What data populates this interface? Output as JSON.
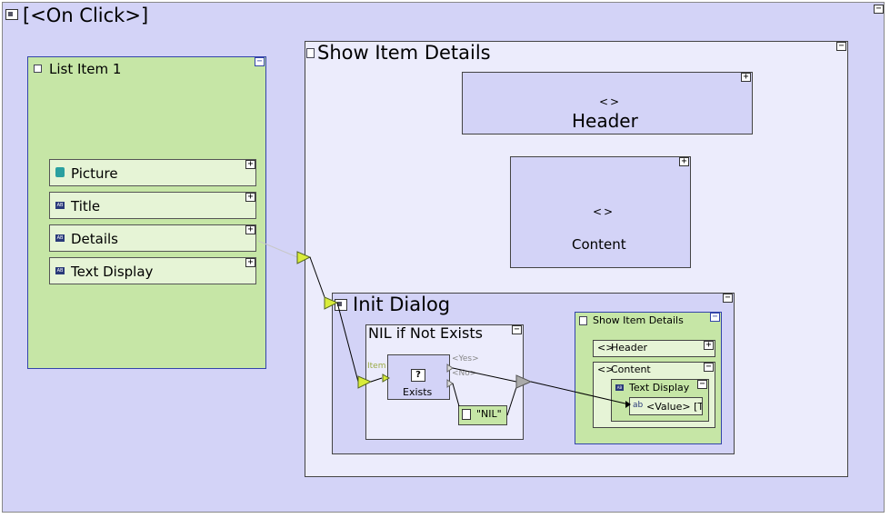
{
  "on_click": {
    "title": "[<On Click>]"
  },
  "list_item": {
    "title": "List Item 1",
    "properties": [
      {
        "label": "Picture",
        "icon": "picture-icon"
      },
      {
        "label": "Title",
        "icon": "text-ab-icon"
      },
      {
        "label": "Details",
        "icon": "text-ab-icon"
      },
      {
        "label": "Text Display",
        "icon": "text-ab-icon"
      }
    ]
  },
  "show_item_details": {
    "title": "Show Item Details",
    "header": {
      "icon": "<>",
      "label": "Header"
    },
    "content": {
      "icon": "<>",
      "label": "Content"
    }
  },
  "init_dialog": {
    "title": "Init Dialog",
    "nil_if_not_exists": {
      "title": "NIL if Not Exists",
      "item_port": "Item",
      "exists_label": "Exists",
      "yes_label": "<Yes>",
      "no_label": "<No>",
      "nil_value": "\"NIL\""
    },
    "inner_show": {
      "title": "Show Item Details",
      "header_icon": "<>",
      "header_label": "Header",
      "content_icon": "<>",
      "content_label": "Content",
      "text_display": "Text Display",
      "value_label": "<Value> [T"
    }
  },
  "toggles": {
    "plus": "+",
    "minus": "−"
  }
}
